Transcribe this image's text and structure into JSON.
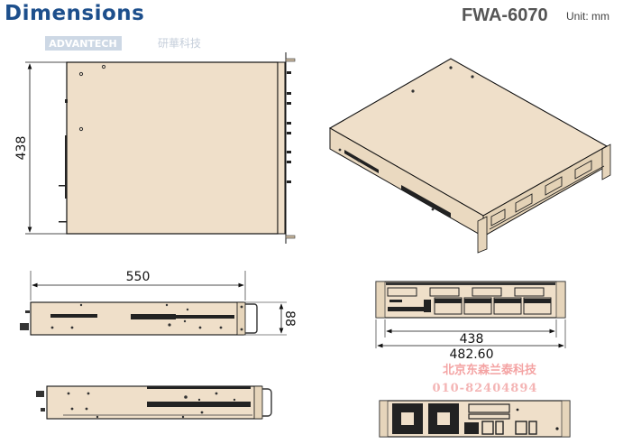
{
  "header": {
    "title": "Dimensions",
    "model": "FWA-6070",
    "unit": "Unit: mm"
  },
  "colors": {
    "title": "#1d4f8c",
    "chassis_fill": "#efdfc9",
    "line": "#111111",
    "watermark_red": "#f4a3a3"
  },
  "views": {
    "top": {
      "label": "top-view",
      "dimension_depth": "438"
    },
    "isometric": {
      "label": "isometric-view"
    },
    "side": {
      "label": "side-view",
      "dimension_length": "550",
      "dimension_height": "88"
    },
    "side_alt": {
      "label": "side-view-bottom"
    },
    "front": {
      "label": "front-view",
      "dimension_inner_width": "438",
      "dimension_outer_width": "482.60"
    },
    "rear": {
      "label": "rear-view"
    }
  },
  "watermarks": {
    "logo_text": "ADVANTECH",
    "logo_cn": "研華科技",
    "dealer_name": "北京东森兰泰科技",
    "dealer_phone": "010-82404894"
  }
}
